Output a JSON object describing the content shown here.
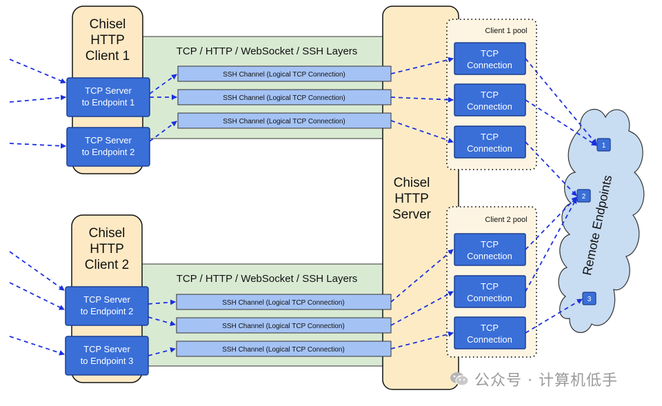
{
  "layers_label": "TCP / HTTP / WebSocket / SSH Layers",
  "client1": {
    "title_lines": [
      "Chisel",
      "HTTP",
      "Client 1"
    ],
    "servers": [
      {
        "lines": [
          "TCP Server",
          "to Endpoint 1"
        ]
      },
      {
        "lines": [
          "TCP Server",
          "to Endpoint 2"
        ]
      }
    ],
    "channels": [
      "SSH Channel (Logical TCP Connection)",
      "SSH Channel (Logical TCP Connection)",
      "SSH Channel (Logical TCP Connection)"
    ]
  },
  "client2": {
    "title_lines": [
      "Chisel",
      "HTTP",
      "Client 2"
    ],
    "servers": [
      {
        "lines": [
          "TCP Server",
          "to Endpoint 2"
        ]
      },
      {
        "lines": [
          "TCP Server",
          "to Endpoint 3"
        ]
      }
    ],
    "channels": [
      "SSH Channel (Logical TCP Connection)",
      "SSH Channel (Logical TCP Connection)",
      "SSH Channel (Logical TCP Connection)"
    ]
  },
  "server": {
    "title_lines": [
      "Chisel",
      "HTTP",
      "Server"
    ]
  },
  "pool1": {
    "label": "Client 1 pool",
    "connections": [
      {
        "lines": [
          "TCP",
          "Connection"
        ]
      },
      {
        "lines": [
          "TCP",
          "Connection"
        ]
      },
      {
        "lines": [
          "TCP",
          "Connection"
        ]
      }
    ]
  },
  "pool2": {
    "label": "Client 2 pool",
    "connections": [
      {
        "lines": [
          "TCP",
          "Connection"
        ]
      },
      {
        "lines": [
          "TCP",
          "Connection"
        ]
      },
      {
        "lines": [
          "TCP",
          "Connection"
        ]
      }
    ]
  },
  "remote": {
    "label": "Remote Endpoints",
    "endpoints": [
      "1",
      "2",
      "3"
    ]
  },
  "watermark": "公众号 · 计算机低手",
  "colors": {
    "client_fill": "#fde9c4",
    "layer_fill": "#d9ead3",
    "server_fill": "#fdebc6",
    "pool_fill": "#fdf5e2",
    "box_fill": "#3a6fd8",
    "box_stroke": "#1d3f8f",
    "channel_fill": "#a4c2f4",
    "arrow": "#1a2fe0",
    "cloud_fill": "#c8dcf2"
  }
}
